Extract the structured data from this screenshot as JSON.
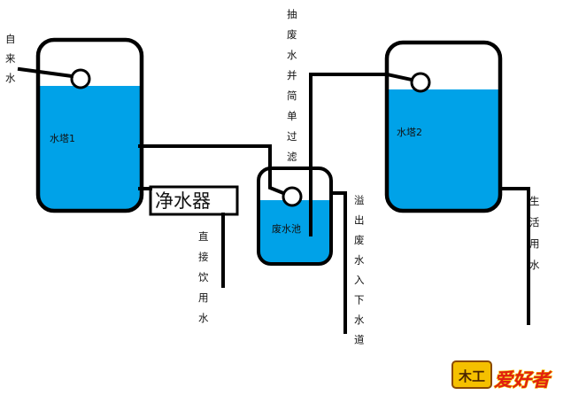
{
  "labels": {
    "tap_water": "自来水",
    "tower1": "水塔1",
    "tower2": "水塔2",
    "purifier": "净水器",
    "waste_pool": "废水池",
    "pump_note": "抽废水并简单过滤",
    "drinking": "直接饮用水",
    "overflow": "溢出废水入下水道",
    "domestic": "生活用水"
  },
  "watermark": {
    "text": "爱好者",
    "glyph": "木工"
  },
  "colors": {
    "water": "#00A2E8",
    "line": "#000000",
    "background": "#FFFFFF",
    "logo_red": "#E02010",
    "logo_gold": "#F5C000"
  }
}
